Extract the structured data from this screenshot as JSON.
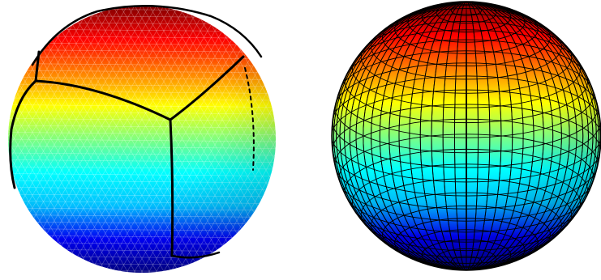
{
  "figure": {
    "background": "#ffffff",
    "colormap": "jet",
    "colormap_stops": [
      "#00008f",
      "#0000ff",
      "#00bfff",
      "#00ffff",
      "#80ff80",
      "#ffff00",
      "#ff8000",
      "#ff0000",
      "#800000"
    ],
    "panels": [
      {
        "name": "sphere-triangulated-mesh",
        "mesh_type": "triangulated",
        "mesh_color": "#ffffff",
        "seam_color": "#000000"
      },
      {
        "name": "sphere-quadrilateral-mesh",
        "mesh_type": "quadrilateral",
        "mesh_color": "#000000"
      }
    ]
  }
}
